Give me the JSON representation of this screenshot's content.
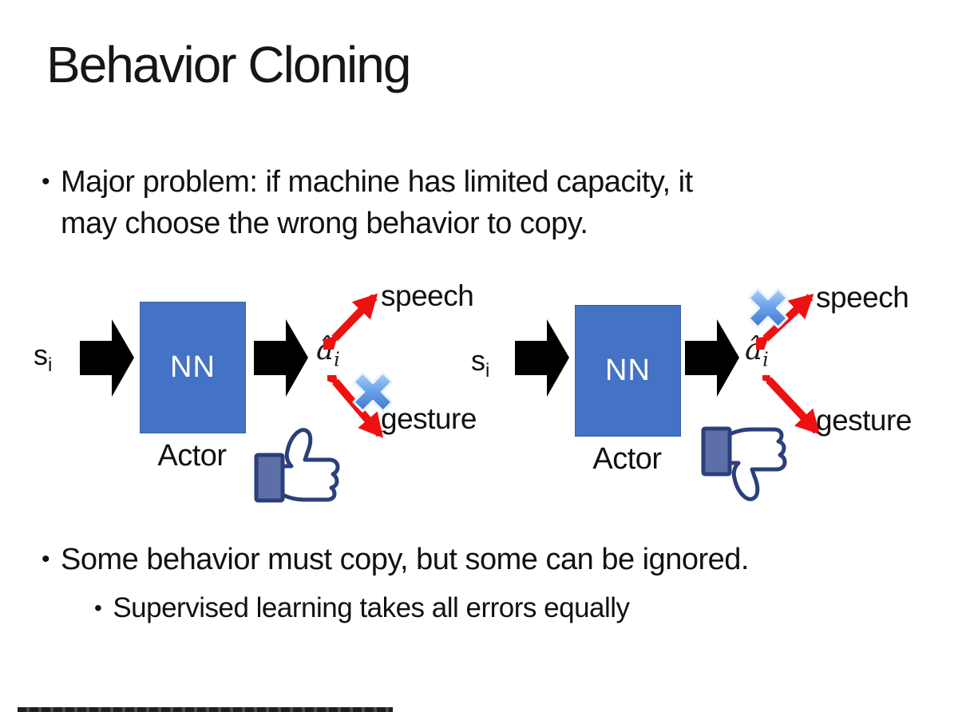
{
  "slide": {
    "title": "Behavior Cloning",
    "bullet_char": "•",
    "bullets": {
      "major_problem_line1": "Major problem: if machine has limited capacity, it",
      "major_problem_line2": "may choose the wrong behavior to copy.",
      "some_behavior": "Some behavior must copy, but some can be ignored.",
      "supervised": "Supervised learning takes all errors equally"
    }
  },
  "diagram_left": {
    "input_label": "s",
    "input_sub": "i",
    "nn_label": "NN",
    "actor_label": "Actor",
    "output_label": "â",
    "output_sub": "i",
    "speech_label": "speech",
    "gesture_label": "gesture",
    "crossed_out": "gesture",
    "feedback_icon": "thumbs-up"
  },
  "diagram_right": {
    "input_label": "s",
    "input_sub": "i",
    "nn_label": "NN",
    "actor_label": "Actor",
    "output_label": "â",
    "output_sub": "i",
    "speech_label": "speech",
    "gesture_label": "gesture",
    "crossed_out": "speech",
    "feedback_icon": "thumbs-down"
  },
  "colors": {
    "nn_fill": "#4472C4",
    "nn_border": "#3A62A8",
    "arrow_black": "#000000",
    "arrow_red": "#EE1111",
    "cross_light": "#D6EAFB",
    "cross_dark": "#2A5FC4",
    "thumb_outline": "#2B3F7A",
    "thumb_cuff": "#5C6FA8"
  }
}
